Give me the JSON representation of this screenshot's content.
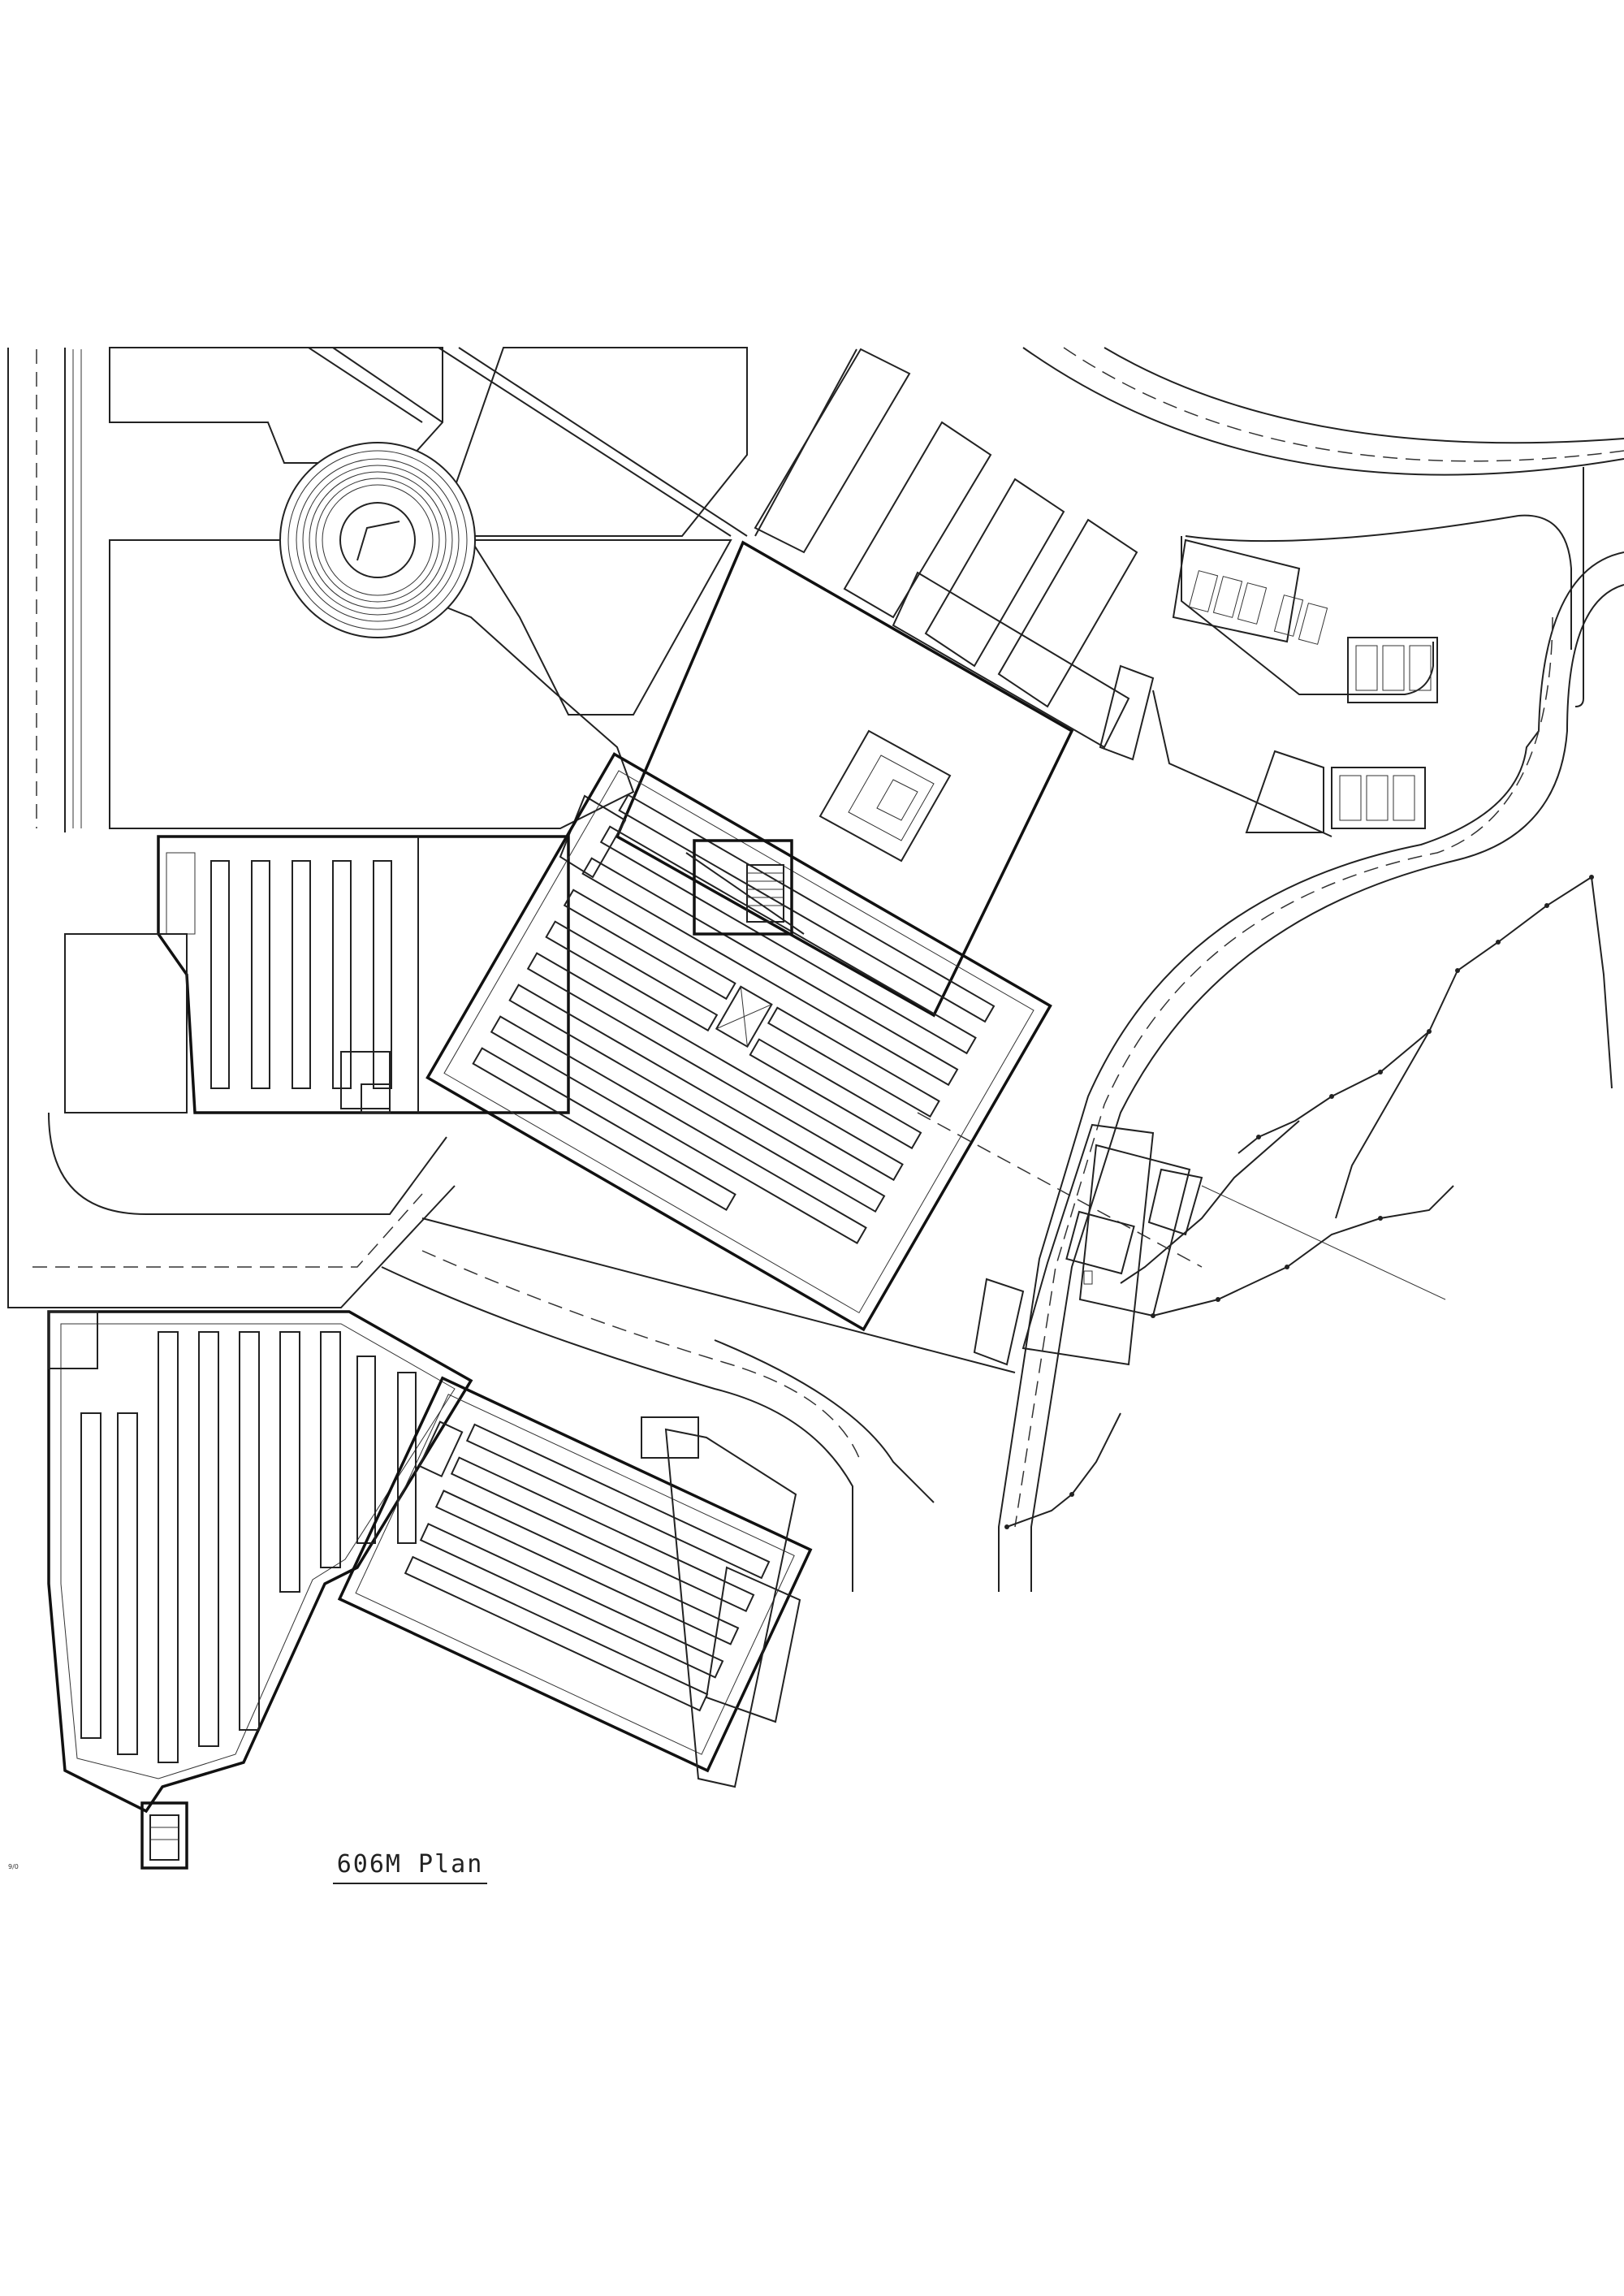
{
  "drawing": {
    "title": "606M Plan",
    "sheet_mark": "9/0"
  },
  "colors": {
    "line": "#222222",
    "background": "#ffffff",
    "hatch": "#444444"
  },
  "icons": [
    "car-icon",
    "stair-icon",
    "north-arrow-free"
  ]
}
